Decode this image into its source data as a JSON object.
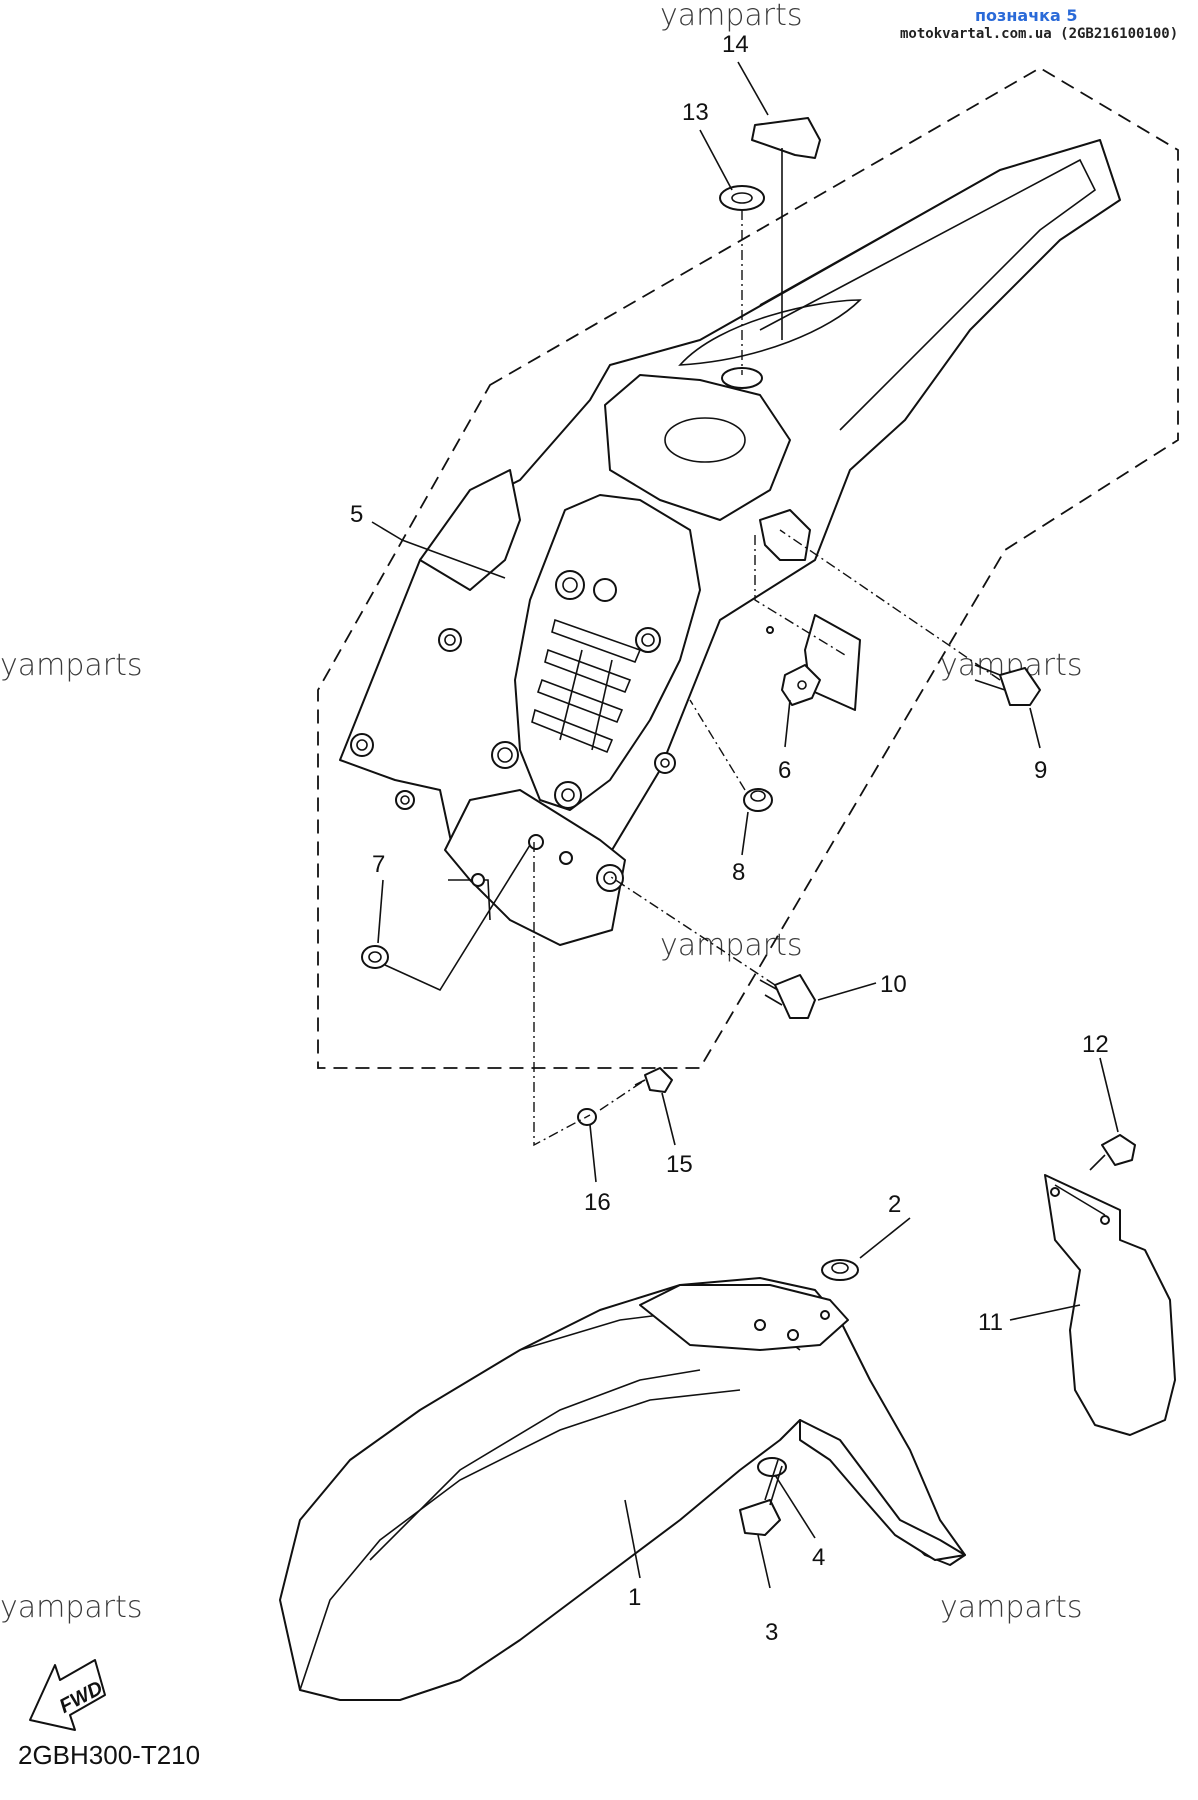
{
  "header": {
    "label": "позначка 5",
    "source": "motokvartal.com.ua (2GB216100100)"
  },
  "watermark": "yamparts",
  "diagram_code": "2GBH300-T210",
  "fwd_label": "FWD",
  "callouts": {
    "c1": "1",
    "c2": "2",
    "c3": "3",
    "c4": "4",
    "c5": "5",
    "c6": "6",
    "c7": "7",
    "c8": "8",
    "c9": "9",
    "c10": "10",
    "c11": "11",
    "c12": "12",
    "c13": "13",
    "c14": "14",
    "c15": "15",
    "c16": "16"
  }
}
